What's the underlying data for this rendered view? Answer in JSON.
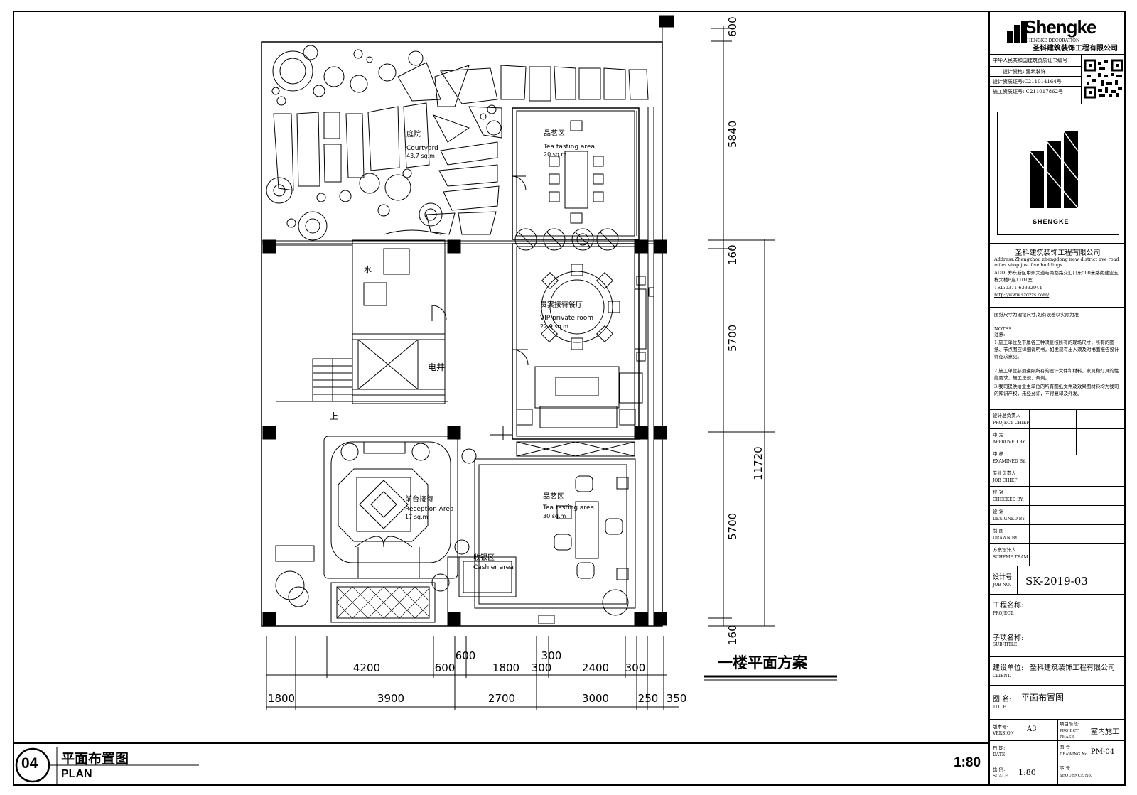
{
  "plan": {
    "rooms": {
      "courtyard_cn": "庭院",
      "courtyard_en": "Courtyard",
      "courtyard_area": "43.7 sq.m",
      "tea1_cn": "品茗区",
      "tea1_en": "Tea tasting area",
      "tea1_area": "20 sq.m",
      "vip_cn": "贵宾接待餐厅",
      "vip_en": "VIP private room",
      "vip_area": "22.9 sq.m",
      "reception_cn": "前台接待",
      "reception_en": "Reception Area",
      "reception_area": "17 sq.m",
      "tea2_cn": "品茗区",
      "tea2_en": "Tea tasting area",
      "tea2_area": "30 sq.m",
      "cashier_cn": "收银区",
      "cashier_en": "Cashier area",
      "water": "水",
      "shaft": "电井",
      "up": "上"
    },
    "dims_right": [
      "600",
      "5840",
      "160",
      "5700",
      "5700",
      "160"
    ],
    "dims_total": "11720",
    "dims_bottom_row1": [
      "4200",
      "600",
      "600",
      "1800",
      "300",
      "300",
      "2400",
      "300"
    ],
    "dims_bottom_row2": [
      "1800",
      "3900",
      "2700",
      "3000",
      "250",
      "350"
    ],
    "plan_title": "一楼平面方案"
  },
  "footer": {
    "number": "04",
    "title_cn": "平面布置图",
    "title_en": "PLAN",
    "scale": "1:80"
  },
  "titleblock": {
    "brand": "Shengke",
    "brand_sub": "SHENGKE DECORATION",
    "company": "圣科建筑装饰工程有限公司",
    "cert_title": "中华人民共和国建筑资质证书编号",
    "cert1": "设计资格: 建筑装饰",
    "cert2": "设计资质证号:C211014164号",
    "cert3": "施工资质证号: C211017862号",
    "logo_mark": "SHENGKE",
    "company2": "圣科建筑装饰工程有限公司",
    "address_en": "Address:Zhengzhou zhengdong new district ave road miles shop just five buildings",
    "address_cn": "ADD: 郑东新区中州大道与商都路交汇口东500米路南建业五栋大楼B座1101室",
    "tel": "TEL:0371-63332944",
    "url": "http://www.szdzzs.com/",
    "note_line": "图纸尺寸为理论尺寸,如有误差以实际为准",
    "notes_header": "NOTES",
    "notes_sub": "注意:",
    "notes": [
      "1.施工单位及下属各工种须复核所有的现场尺寸，所有的图纸、节点图应详细说明书。如发现有出入须及时书面报告设计师征求意见。",
      "2.施工单位必须遵照所有的设计文件和材料，家具和灯具的性能要求，施工法规，条例。",
      "3.我司提供给业主单位的所有图纸文件及效果图材料均为我司的知识产权，未经允许，不得复印及外发。"
    ],
    "sign_rows": [
      {
        "cn": "设计总负责人",
        "en": "PROJECT CHIEF"
      },
      {
        "cn": "审 定",
        "en": "APPROVED BY."
      },
      {
        "cn": "审 核",
        "en": "EXAMINED BY."
      },
      {
        "cn": "专业负责人",
        "en": "JOB CHIEF"
      },
      {
        "cn": "校 对",
        "en": "CHECKED BY."
      },
      {
        "cn": "设 计",
        "en": "DESIGNED BY."
      },
      {
        "cn": "制 图",
        "en": "DRAWN BY."
      },
      {
        "cn": "方案设计人",
        "en": "SCHEME TEAM"
      }
    ],
    "job_label_cn": "设计号:",
    "job_label_en": "JOB NO.",
    "job_no": "SK-2019-03",
    "project_cn": "工程名称:",
    "project_en": "PROJECT.",
    "subtitle_cn": "子项名称:",
    "subtitle_en": "SUB-TITLE.",
    "client_cn": "建设单位:",
    "client_value": "圣科建筑装饰工程有限公司",
    "client_en": "CLIENT.",
    "title_cn": "图 名:",
    "title_value": "平面布置图",
    "title_en": "TITLE",
    "version_cn": "版本号:",
    "version_en": "VERSION",
    "version": "A3",
    "phase_cn": "项目阶段:",
    "phase_en": "PROJECT PHASE",
    "phase": "室内施工",
    "date_cn": "日 期:",
    "date_en": "DATE",
    "drawing_cn": "图 号",
    "drawing_en": "DRAWING No.",
    "drawing_no": "PM-04",
    "scale_cn": "比 例:",
    "scale_en": "SCALE",
    "scale": "1:80",
    "seq_cn": "序 号",
    "seq_en": "SEQUENCE No."
  }
}
